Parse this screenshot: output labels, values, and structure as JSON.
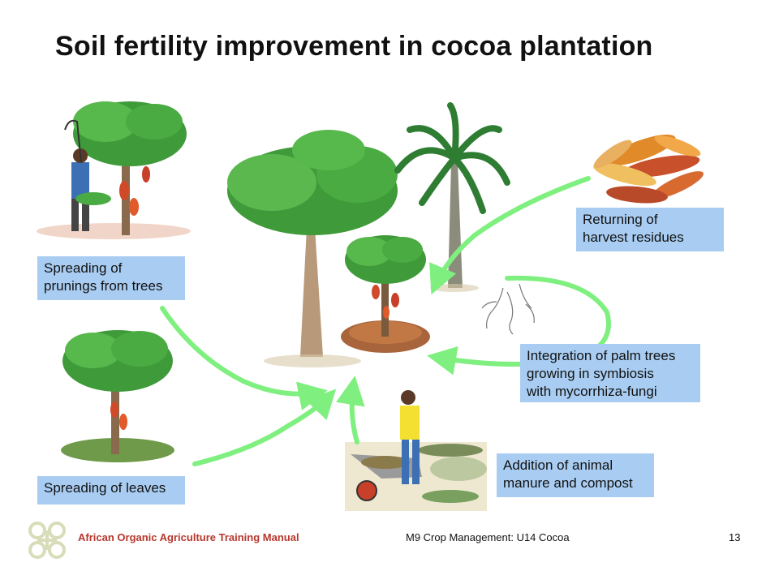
{
  "title": "Soil fertility improvement in cocoa plantation",
  "labels": {
    "prunings": "Spreading of\nprunings from trees",
    "leaves": "Spreading of leaves",
    "residues": "Returning of\nharvest residues",
    "palm": "Integration of palm trees\ngrowing in symbiosis\nwith mycorrhiza-fungi",
    "manure": "Addition of animal\nmanure and compost"
  },
  "footer": {
    "left": "African Organic Agriculture Training Manual",
    "middle": "M9 Crop Management: U14 Cocoa",
    "page": "13"
  },
  "colors": {
    "label_bg": "#a9cdf2",
    "arrow": "#7ff07f",
    "footer_brand": "#b7372c"
  }
}
